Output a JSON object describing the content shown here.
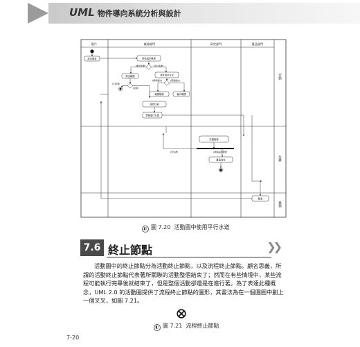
{
  "header": {
    "brand": "UML",
    "title": "物件導向系統分析與設計"
  },
  "figure_7_20": {
    "lanes": [
      "客戶",
      "業務部門",
      "研究部門",
      "產品部門"
    ],
    "vertical_labels": [
      "行銷",
      "生產",
      "業務"
    ],
    "nodes": {
      "request_estimate": "提出需求",
      "eval_cost": "評估成本需求",
      "decide_design": "決定設計方式",
      "price_quote": "提出報價",
      "quote_plan": "報價規劃",
      "quote_customer": "客戶報價",
      "confirm_order": "接到訂單",
      "prepare_production": "準備進行生產",
      "product_delivery": "產品交付",
      "produce": "生產製造",
      "customer_receive": "驗收"
    },
    "guards": {
      "not_feasible": "[無法生產]",
      "feasible": "[可以生產]",
      "standard": "[標準設計]",
      "custom": "[客製設計]",
      "rejected": "[不接受]",
      "accepted": "[接受]",
      "produce_feasible": "[可生產]",
      "quality_pass": "[通過品質測試]"
    },
    "caption_label": "圖 7.20",
    "caption_text": "活動圖中使用平行水道"
  },
  "section": {
    "number": "7.6",
    "title": "終止節點"
  },
  "body_text": "活動圖中的終止節點分為活動終止節點，以及流程終止節點。顧名思義，所謂的活動終止節點代表著所關聯的活動整個結束了；然而在有些情境中，某些流程可能執行完畢後就結束了，但是整個活動卻還是在進行著。為了表達此種概念，UML 2.0 的活動圖提供了流程終止節點的圖形，其畫法為在一個圓圈中劃上一個叉叉，如圖 7.21。",
  "figure_7_21": {
    "caption_label": "圖 7.21",
    "caption_text": "流程終止節點"
  },
  "page": {
    "number": "7-20"
  }
}
